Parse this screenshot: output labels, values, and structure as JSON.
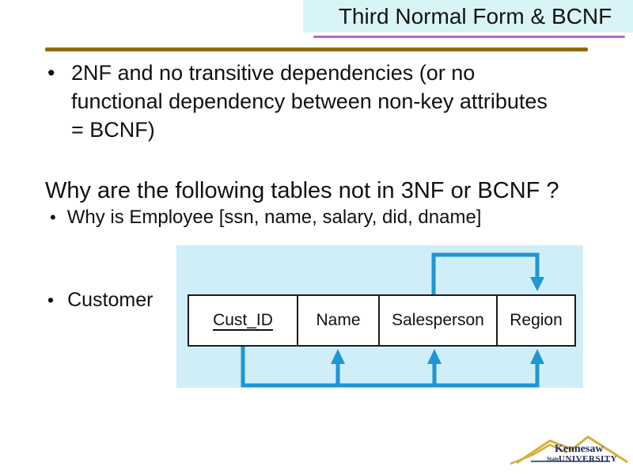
{
  "title": {
    "text": "Third Normal Form & BCNF"
  },
  "bullet_main": {
    "marker": "•",
    "lines": [
      "2NF and no transitive dependencies (or no",
      "functional dependency between non-key attributes",
      "= BCNF)"
    ]
  },
  "question": {
    "text": "Why are the following tables not in 3NF or BCNF ?"
  },
  "bullet_employee": {
    "marker": "•",
    "text": "Why is Employee [ssn, name, salary, did, dname]"
  },
  "bullet_customer": {
    "marker": "•",
    "text": "Customer"
  },
  "diagram": {
    "columns": [
      "Cust_ID",
      "Name",
      "Salesperson",
      "Region"
    ],
    "key_column": "Cust_ID",
    "arrow_color": "#1e96d2",
    "panel_color": "#cfeef7",
    "dependencies": [
      "Salesperson -> Region",
      "Cust_ID -> Name",
      "Cust_ID -> Salesperson",
      "Cust_ID -> Region"
    ]
  },
  "logo": {
    "line1": "Kennesaw",
    "line2": "State",
    "line3": "UNIVERSITY",
    "text_color": "#1c2a5a",
    "mountain_color": "#d2b13c"
  },
  "colors": {
    "title_bg": "#d8f4f6",
    "accent_purple": "#b965c9",
    "accent_gold": "#8e6c12"
  }
}
